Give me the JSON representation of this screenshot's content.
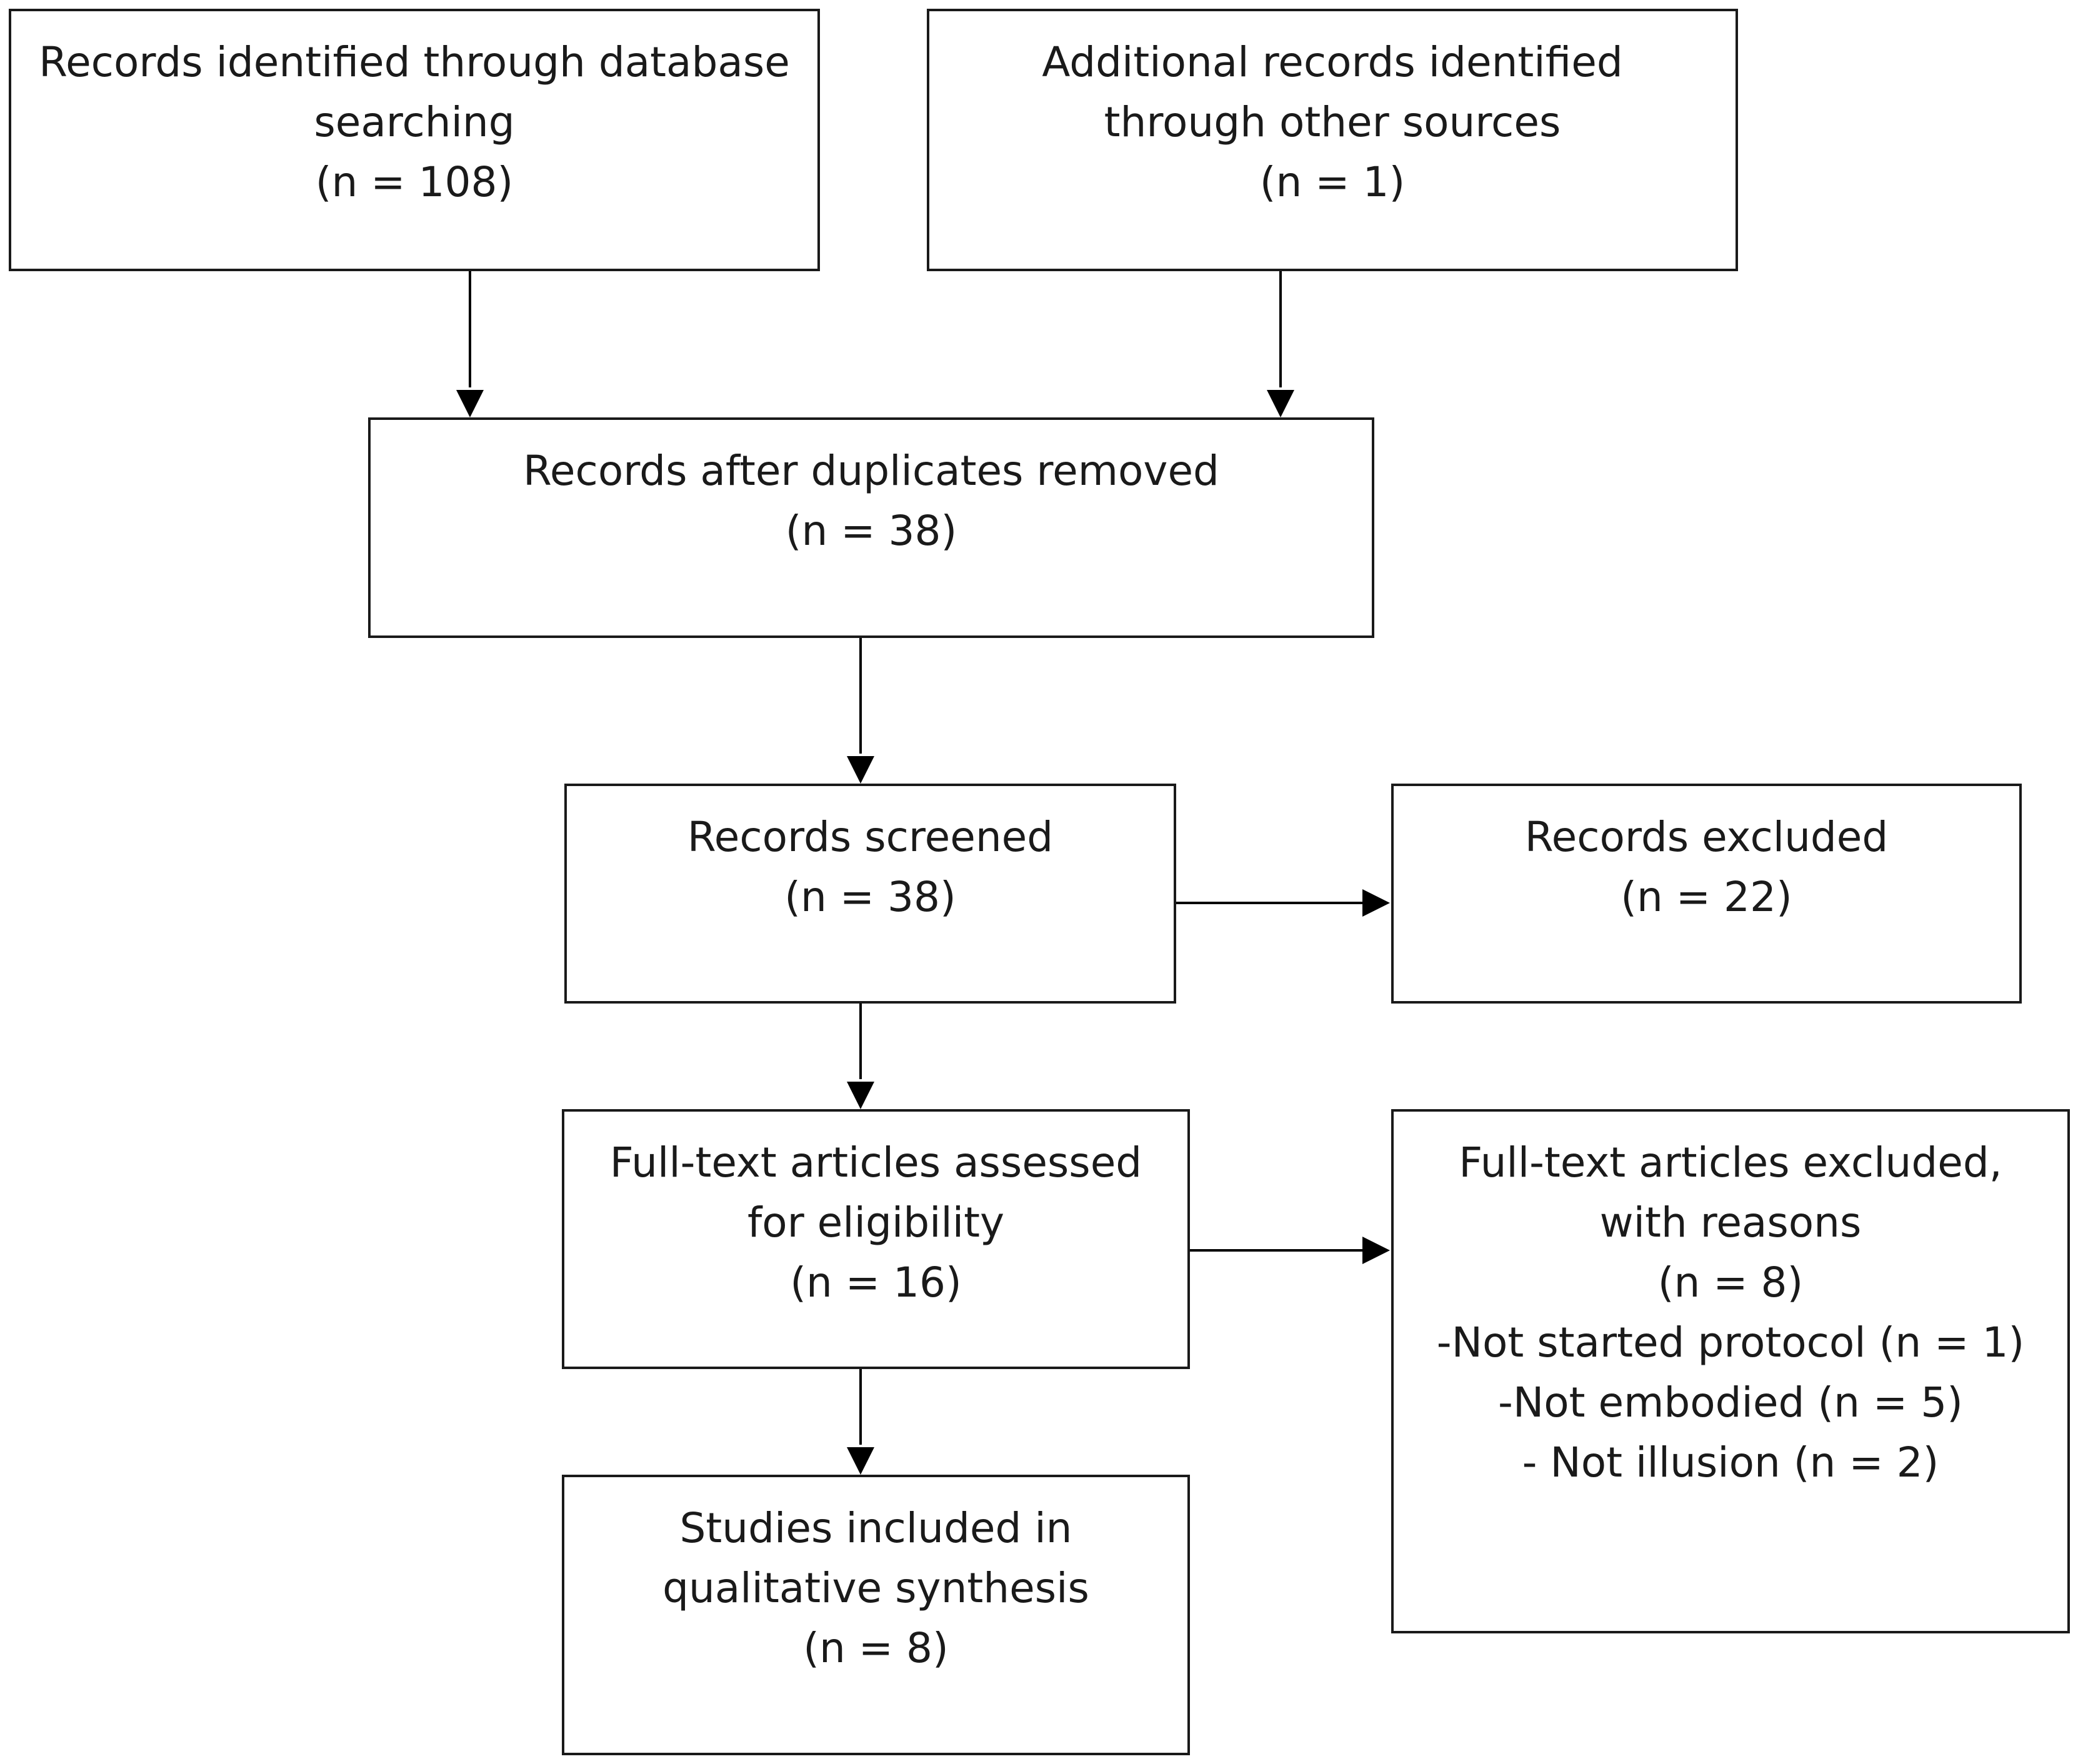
{
  "boxes": {
    "database": [
      "Records identified through database",
      "searching",
      "(n = 108)"
    ],
    "other_sources": [
      "Additional records identified",
      "through other sources",
      "(n = 1)"
    ],
    "after_duplicates": [
      "Records after duplicates removed",
      "(n = 38)"
    ],
    "screened": [
      "Records screened",
      "(n = 38)"
    ],
    "excluded": [
      "Records excluded",
      "(n = 22)"
    ],
    "full_text": [
      "Full-text articles assessed",
      "for eligibility",
      "(n = 16)"
    ],
    "full_text_excluded": [
      "Full-text articles excluded,",
      "with reasons",
      "(n = 8)",
      "-Not started protocol (n = 1)",
      "-Not embodied (n = 5)",
      "- Not illusion (n = 2)"
    ],
    "included": [
      "Studies included in",
      "qualitative synthesis",
      "(n = 8)"
    ]
  }
}
